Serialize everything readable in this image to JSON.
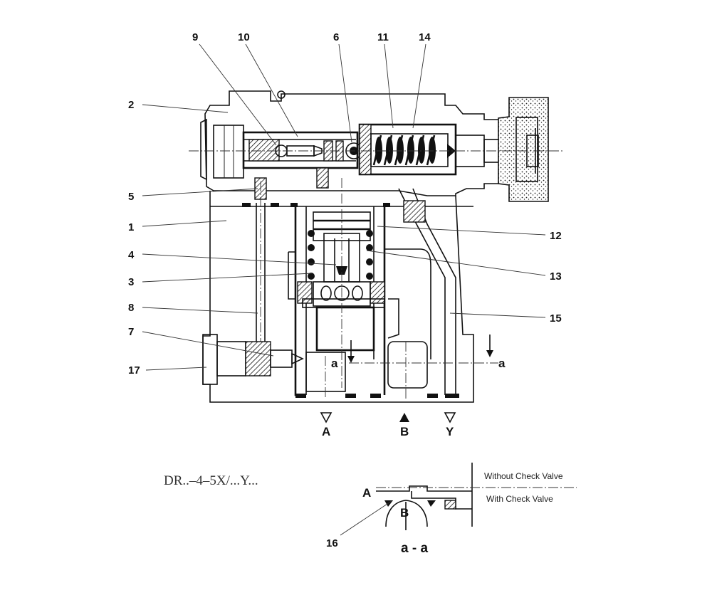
{
  "part_labels": {
    "n1": "1",
    "n2": "2",
    "n3": "3",
    "n4": "4",
    "n5": "5",
    "n6": "6",
    "n7": "7",
    "n8": "8",
    "n9": "9",
    "n10": "10",
    "n11": "11",
    "n12": "12",
    "n13": "13",
    "n14": "14",
    "n15": "15",
    "n16": "16",
    "n17": "17"
  },
  "ports": {
    "a": "A",
    "b": "B",
    "y": "Y"
  },
  "section_marks": {
    "left": "a",
    "right": "a"
  },
  "model_code": "DR..–4–5X/...Y...",
  "section_view": {
    "title": "a - a",
    "without_check_valve": "Without Check Valve",
    "with_check_valve": "With Check Valve",
    "port_a": "A",
    "port_b": "B"
  }
}
